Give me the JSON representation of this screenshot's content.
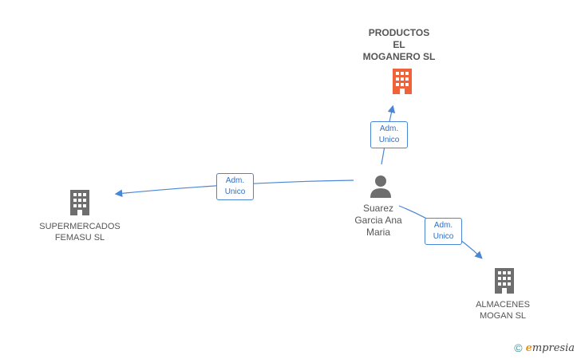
{
  "colors": {
    "company_main": "#f0633a",
    "company": "#6e6e6e",
    "person": "#6e6e6e",
    "edge": "#4a86d6"
  },
  "nodes": {
    "main_company": {
      "label": "PRODUCTOS\nEL\nMOGANERO SL",
      "icon": "building-icon"
    },
    "person": {
      "label": "Suarez\nGarcia Ana\nMaria",
      "icon": "person-icon"
    },
    "company_left": {
      "label": "SUPERMERCADOS\nFEMASU SL",
      "icon": "building-icon"
    },
    "company_right": {
      "label": "ALMACENES\nMOGAN SL",
      "icon": "building-icon"
    }
  },
  "edges": {
    "to_main": {
      "label": "Adm.\nUnico"
    },
    "to_left": {
      "label": "Adm.\nUnico"
    },
    "to_right": {
      "label": "Adm.\nUnico"
    }
  },
  "footer": {
    "copyright": "©",
    "brand_initial": "e",
    "brand_rest": "mpresia"
  }
}
